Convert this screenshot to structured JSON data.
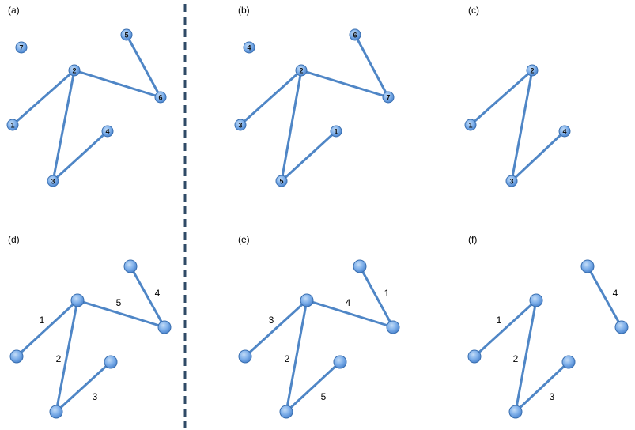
{
  "panels": [
    {
      "id": "a",
      "label": "(a)",
      "nodes": [
        "7",
        "5",
        "2",
        "6",
        "1",
        "4",
        "3"
      ],
      "edges": [
        {
          "from": "2",
          "to": "1"
        },
        {
          "from": "2",
          "to": "6"
        },
        {
          "from": "5",
          "to": "6"
        },
        {
          "from": "2",
          "to": "3"
        },
        {
          "from": "3",
          "to": "4"
        }
      ]
    },
    {
      "id": "b",
      "label": "(b)",
      "nodes": [
        "4",
        "6",
        "2",
        "7",
        "3",
        "1",
        "5"
      ],
      "edges": [
        {
          "from": "2",
          "to": "3"
        },
        {
          "from": "2",
          "to": "7"
        },
        {
          "from": "6",
          "to": "7"
        },
        {
          "from": "2",
          "to": "5"
        },
        {
          "from": "5",
          "to": "1"
        }
      ]
    },
    {
      "id": "c",
      "label": "(c)",
      "nodes": [
        "2",
        "1",
        "4",
        "3"
      ],
      "edges": [
        {
          "from": "2",
          "to": "1"
        },
        {
          "from": "2",
          "to": "3"
        },
        {
          "from": "3",
          "to": "4"
        }
      ]
    },
    {
      "id": "d",
      "label": "(d)",
      "nodes": [
        "",
        "",
        "",
        "",
        "",
        ""
      ],
      "edges": [
        {
          "label": "1"
        },
        {
          "label": "5"
        },
        {
          "label": "4"
        },
        {
          "label": "2"
        },
        {
          "label": "3"
        }
      ]
    },
    {
      "id": "e",
      "label": "(e)",
      "nodes": [
        "",
        "",
        "",
        "",
        "",
        ""
      ],
      "edges": [
        {
          "label": "3"
        },
        {
          "label": "4"
        },
        {
          "label": "1"
        },
        {
          "label": "2"
        },
        {
          "label": "5"
        }
      ]
    },
    {
      "id": "f",
      "label": "(f)",
      "nodes": [
        "",
        "",
        "",
        "",
        "",
        ""
      ],
      "edges": [
        {
          "label": "1"
        },
        {
          "label": "4"
        },
        {
          "label": "2"
        },
        {
          "label": "3"
        }
      ]
    }
  ],
  "colors": {
    "node_fill": "#7fb0ea",
    "node_stroke": "#3a6fb0",
    "edge": "#4f86c6",
    "divider": "#2f4a66"
  }
}
